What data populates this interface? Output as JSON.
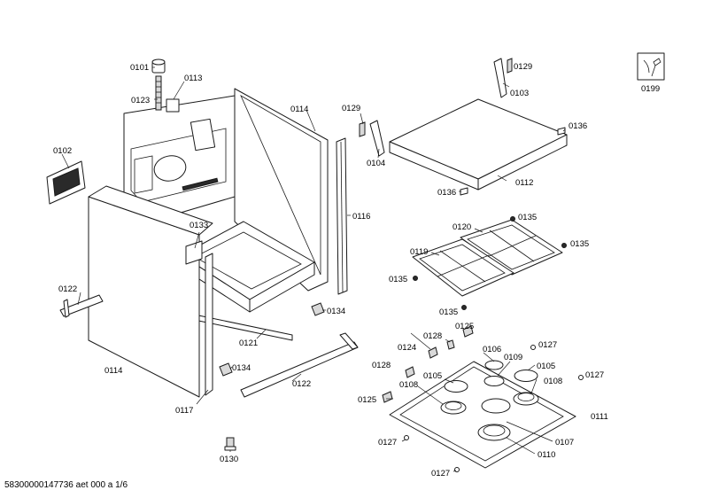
{
  "labels": {
    "l0101": "0101",
    "l0113": "0113",
    "l0123": "0123",
    "l0114a": "0114",
    "l0102": "0102",
    "l0129a": "0129",
    "l0104": "0104",
    "l0129b": "0129",
    "l0103": "0103",
    "l0199": "0199",
    "l0136a": "0136",
    "l0136b": "0136",
    "l0112": "0112",
    "l0116": "0116",
    "l0133": "0133",
    "l0122a": "0122",
    "l0120": "0120",
    "l0135a": "0135",
    "l0135b": "0135",
    "l0119": "0119",
    "l0135c": "0135",
    "l0135d": "0135",
    "l0134a": "0134",
    "l0121": "0121",
    "l0114b": "0114",
    "l0134b": "0134",
    "l0122b": "0122",
    "l0117": "0117",
    "l0130": "0130",
    "l0128a": "0128",
    "l0125a": "0125",
    "l0124": "0124",
    "l0106": "0106",
    "l0127a": "0127",
    "l0109": "0109",
    "l0105a": "0105",
    "l0128b": "0128",
    "l0105b": "0105",
    "l0127b": "0127",
    "l0108a": "0108",
    "l0108b": "0108",
    "l0125b": "0125",
    "l0111": "0111",
    "l0107": "0107",
    "l0127c": "0127",
    "l0110": "0110",
    "l0127d": "0127"
  },
  "footer": "58300000147736 aet 000 a 1/6"
}
